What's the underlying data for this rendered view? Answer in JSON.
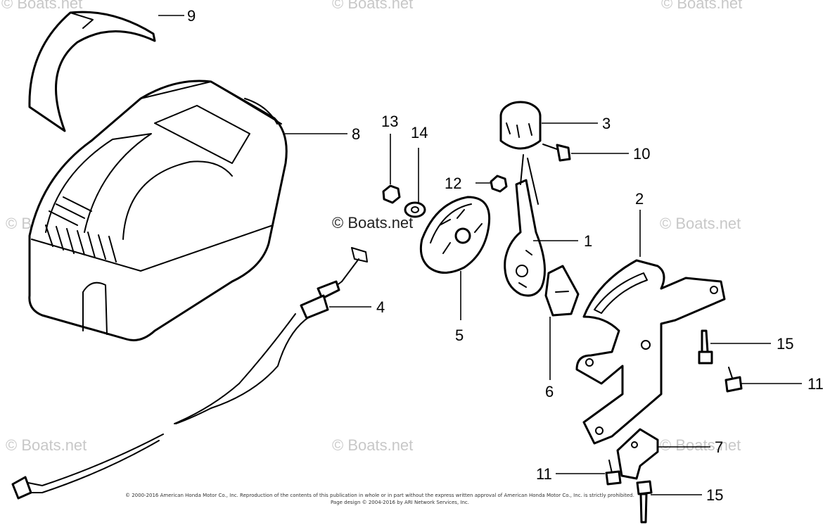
{
  "watermarks": {
    "text": "© Boats.net",
    "center_text": "© Boats.net"
  },
  "callouts": {
    "c1": "1",
    "c2": "2",
    "c3": "3",
    "c4": "4",
    "c5": "5",
    "c6": "6",
    "c7": "7",
    "c8": "8",
    "c9": "9",
    "c10": "10",
    "c11a": "11",
    "c11b": "11",
    "c12": "12",
    "c13": "13",
    "c14": "14",
    "c15a": "15",
    "c15b": "15"
  },
  "footer": {
    "line1": "© 2000-2016 American Honda Motor Co., Inc. Reproduction of the contents of this publication in whole or in part without the express written approval of American Honda Motor Co., Inc. is strictly prohibited.",
    "line2": "Page design © 2004-2016 by ARI Network Services, Inc."
  }
}
